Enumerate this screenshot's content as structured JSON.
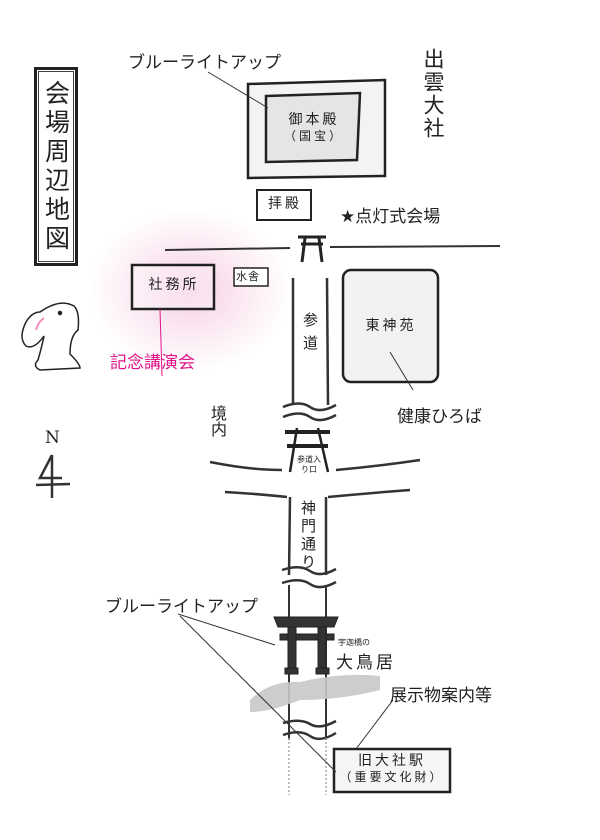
{
  "map_title": "会場周辺地図",
  "shrine_name": "出雲大社",
  "buildings": {
    "honden": {
      "name": "御本殿",
      "note": "（国宝）"
    },
    "haiden": "拝殿",
    "shamusho": "社務所",
    "chozuya": "水舎",
    "higashi_shinen": "東神苑",
    "old_station": {
      "name": "旧大社駅",
      "note": "（重要文化財）"
    },
    "torii": {
      "prefix": "宇迦橋の",
      "name": "大鳥居"
    }
  },
  "roads": {
    "sando": "参道",
    "sando_entrance": "参道入り口",
    "shinmon_dori": "神門通り",
    "keidai": "境内"
  },
  "callouts": {
    "blue_lightup_top": "ブルーライトアップ",
    "lighting_ceremony": "★点灯式会場",
    "memorial_lecture": "記念講演会",
    "health_plaza": "健康ひろば",
    "blue_lightup_bottom": "ブルーライトアップ",
    "exhibits": "展示物案内等"
  },
  "compass": {
    "label": "N"
  },
  "colors": {
    "accent_pink": "#e0158a",
    "ink": "#222222",
    "fill_gray": "#e6e6e6",
    "fill_light": "#f3f3f3"
  }
}
